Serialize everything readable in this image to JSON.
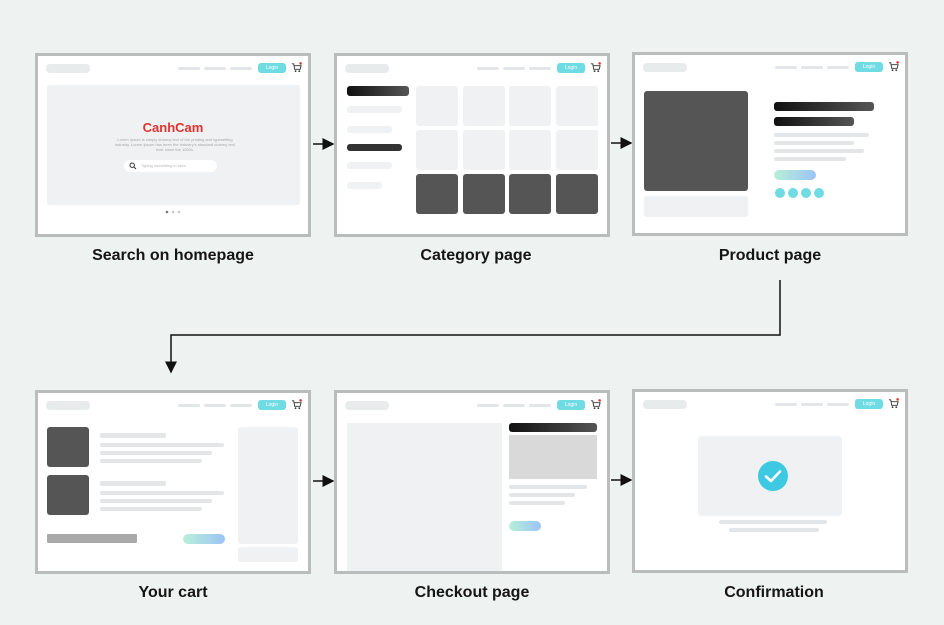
{
  "steps": [
    {
      "caption": "Search on homepage"
    },
    {
      "caption": "Category page"
    },
    {
      "caption": "Product page"
    },
    {
      "caption": "Your cart"
    },
    {
      "caption": "Checkout page"
    },
    {
      "caption": "Confirmation"
    }
  ],
  "navbar": {
    "login_label": "Login"
  },
  "homepage": {
    "brand": "CanhCam",
    "hero_text": "Lorem Ipsum is simply dummy text of the printing and typesetting industry. Lorem Ipsum has been the industry's standard dummy text ever since the 1500s.",
    "search_placeholder": "Typing something in here"
  },
  "colors": {
    "background": "#eef3f2",
    "frame_border": "#b9bdbc",
    "accent": "#6fdbe2",
    "brand": "#e0322f",
    "placeholder_dark": "#555555"
  },
  "icons": [
    "cart-icon",
    "search-icon",
    "check-icon",
    "arrow-right-icon"
  ]
}
